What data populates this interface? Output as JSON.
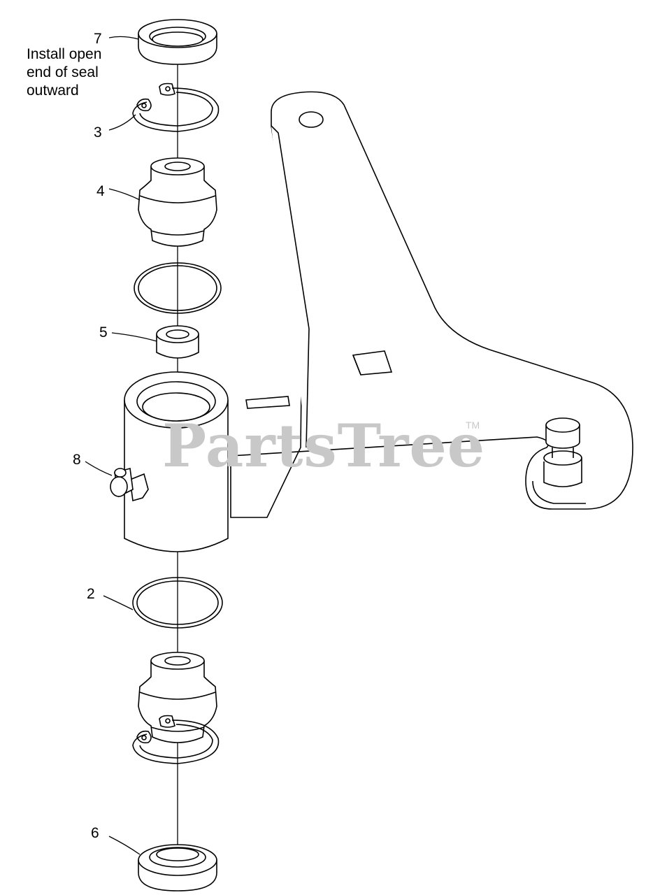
{
  "callouts": {
    "seal_top": "7",
    "note": [
      "Install open",
      "end of seal",
      "outward"
    ],
    "retaining_ring": "3",
    "bearing_upper": "4",
    "spacer": "5",
    "grease_fitting": "8",
    "o_ring": "2",
    "seal_bottom": "6"
  },
  "watermark": {
    "text": "PartsTree",
    "mark": "TM"
  },
  "colors": {
    "line": "#000000",
    "watermark": "#c8c8c8",
    "background": "#ffffff"
  }
}
